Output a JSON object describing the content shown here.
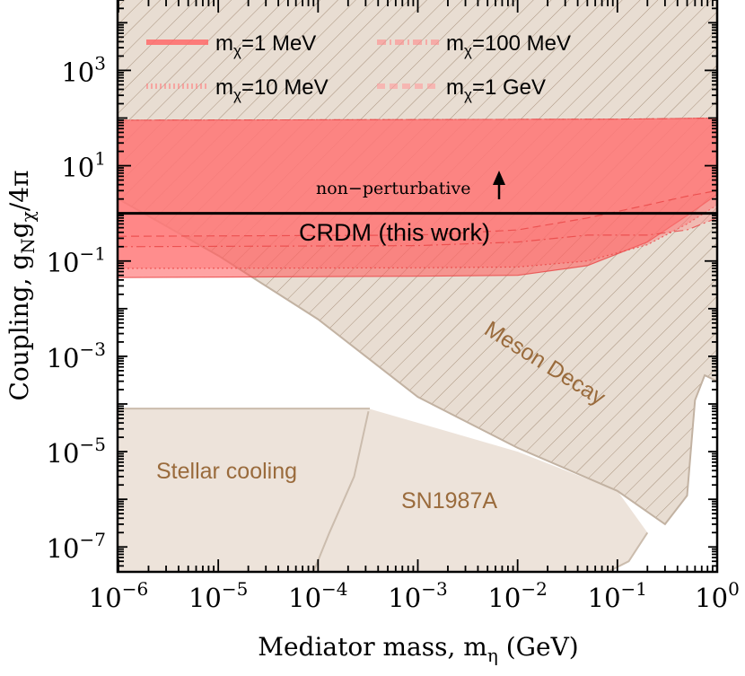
{
  "chart_data": {
    "type": "area",
    "xlabel": "Mediator mass, m",
    "xlabel_sub": "η",
    "xlabel_unit": " (GeV)",
    "ylabel": "Coupling, g",
    "ylabel_sub1": "N",
    "ylabel_mid": "g",
    "ylabel_sub2": "χ",
    "ylabel_tail": "/4π",
    "x_scale": "log",
    "y_scale": "log",
    "xlim": [
      1e-06,
      1
    ],
    "ylim": [
      3e-08,
      30000.0
    ],
    "x_ticks": [
      {
        "value": 1e-06,
        "base": "10",
        "exp": "−6"
      },
      {
        "value": 1e-05,
        "base": "10",
        "exp": "−5"
      },
      {
        "value": 0.0001,
        "base": "10",
        "exp": "−4"
      },
      {
        "value": 0.001,
        "base": "10",
        "exp": "−3"
      },
      {
        "value": 0.01,
        "base": "10",
        "exp": "−2"
      },
      {
        "value": 0.1,
        "base": "10",
        "exp": "−1"
      },
      {
        "value": 1,
        "base": "10",
        "exp": "0"
      }
    ],
    "y_ticks": [
      {
        "value": 1e-07,
        "base": "10",
        "exp": "−7"
      },
      {
        "value": 1e-05,
        "base": "10",
        "exp": "−5"
      },
      {
        "value": 0.001,
        "base": "10",
        "exp": "−3"
      },
      {
        "value": 0.1,
        "base": "10",
        "exp": "−1"
      },
      {
        "value": 10,
        "base": "10",
        "exp": "1"
      },
      {
        "value": 1000,
        "base": "10",
        "exp": "3"
      }
    ],
    "series": [
      {
        "name": "m",
        "sub": "χ",
        "value": "=1 MeV",
        "style": "solid",
        "color": "#ff5a5a",
        "opacity": 0.55,
        "lower": [
          [
            1e-06,
            0.045
          ],
          [
            0.001,
            0.048
          ],
          [
            0.01,
            0.05
          ],
          [
            0.05,
            0.08
          ],
          [
            0.2,
            0.25
          ],
          [
            0.5,
            0.9
          ],
          [
            1,
            2.5
          ]
        ],
        "upper": [
          [
            1e-06,
            90
          ],
          [
            0.1,
            95
          ],
          [
            1,
            100
          ]
        ]
      },
      {
        "name": "m",
        "sub": "χ",
        "value": "=10 MeV",
        "style": "dotted",
        "color": "#ff6b6b",
        "opacity": 0.4,
        "lower": [
          [
            1e-06,
            0.07
          ],
          [
            0.001,
            0.072
          ],
          [
            0.01,
            0.075
          ],
          [
            0.05,
            0.1
          ],
          [
            0.2,
            0.22
          ],
          [
            0.5,
            0.6
          ],
          [
            1,
            1.5
          ]
        ],
        "upper": [
          [
            1e-06,
            90
          ],
          [
            0.1,
            95
          ],
          [
            1,
            100
          ]
        ]
      },
      {
        "name": "m",
        "sub": "χ",
        "value": "=100 MeV",
        "style": "dashdot",
        "color": "#ff7b7b",
        "opacity": 0.35,
        "lower": [
          [
            1e-06,
            0.2
          ],
          [
            0.001,
            0.21
          ],
          [
            0.01,
            0.25
          ],
          [
            0.05,
            0.35
          ],
          [
            0.2,
            0.35
          ],
          [
            0.5,
            0.45
          ],
          [
            1,
            0.8
          ]
        ],
        "upper": [
          [
            1e-06,
            90
          ],
          [
            0.1,
            95
          ],
          [
            1,
            100
          ]
        ]
      },
      {
        "name": "m",
        "sub": "χ",
        "value": "=1 GeV",
        "style": "dashed",
        "color": "#ff8a8a",
        "opacity": 0.3,
        "lower": [
          [
            1e-06,
            0.33
          ],
          [
            0.001,
            0.35
          ],
          [
            0.01,
            0.45
          ],
          [
            0.05,
            0.8
          ],
          [
            0.2,
            1.5
          ],
          [
            0.5,
            2.3
          ],
          [
            1,
            3
          ]
        ],
        "upper": [
          [
            1e-06,
            90
          ],
          [
            0.1,
            95
          ],
          [
            1,
            100
          ]
        ]
      }
    ],
    "bounds": {
      "meson_decay": [
        [
          1e-06,
          2
        ],
        [
          1e-05,
          0.13
        ],
        [
          0.0001,
          0.006
        ],
        [
          0.00032,
          0.0009
        ],
        [
          0.001,
          0.00014
        ],
        [
          0.01,
          1.2e-05
        ],
        [
          0.1,
          1.5e-06
        ],
        [
          0.3,
          3e-07
        ],
        [
          0.5,
          1.2e-06
        ],
        [
          0.6,
          0.00012
        ],
        [
          0.75,
          0.0004
        ],
        [
          1,
          0.0003
        ]
      ],
      "stellar": [
        [
          1e-06,
          8e-05
        ],
        [
          0.00033,
          8e-05
        ]
      ],
      "sn_lower": [
        [
          0.00032,
          3e-08
        ],
        [
          0.08,
          3e-08
        ],
        [
          0.13,
          5e-08
        ],
        [
          0.2,
          2e-07
        ]
      ],
      "sn_upper": [
        [
          0.00032,
          8e-05
        ],
        [
          0.01,
          1e-05
        ],
        [
          0.1,
          1.5e-06
        ],
        [
          0.2,
          2e-07
        ]
      ],
      "sn_inner_curve": [
        [
          0.00032,
          7e-05
        ],
        [
          0.00023,
          3e-06
        ],
        [
          0.00013,
          2e-07
        ],
        [
          9e-05,
          3e-08
        ]
      ]
    },
    "perturbative_limit": 1,
    "annotations": {
      "crdm": "CRDM (this work)",
      "nonpert": "non−perturbative",
      "meson": "Meson Decay",
      "stellar": "Stellar cooling",
      "sn": "SN1987A"
    },
    "colors": {
      "excluded": "#ede3da",
      "hatch": "#a8927d",
      "bound_edge": "#cbbcad",
      "label": "#9a6b3c",
      "axes": "#000000"
    }
  }
}
